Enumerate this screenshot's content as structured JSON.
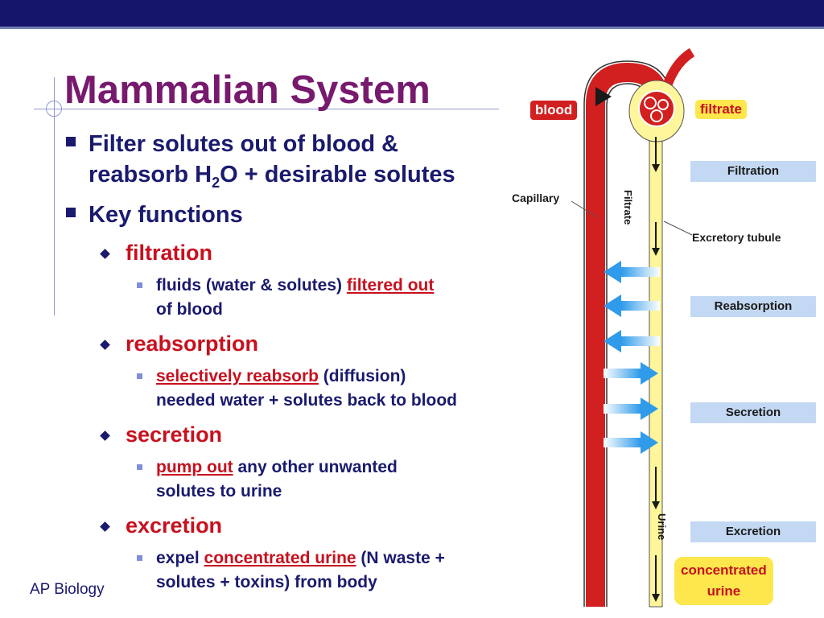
{
  "slide": {
    "title": "Mammalian System",
    "footer": "AP Biology"
  },
  "bullets": {
    "b1_line1": "Filter solutes out of blood &",
    "b1_line2_pre": "reabsorb H",
    "b1_line2_sub": "2",
    "b1_line2_post": "O + desirable solutes",
    "b2": "Key functions",
    "filtration": "filtration",
    "filtration_sub_pre": "fluids (water & solutes) ",
    "filtration_sub_hl": "filtered out",
    "filtration_sub_line2": "of blood",
    "reabsorption": "reabsorption",
    "reabsorption_sub_hl": "selectively reabsorb",
    "reabsorption_sub_post": " (diffusion)",
    "reabsorption_sub_line2": "needed water + solutes back to blood",
    "secretion": "secretion",
    "secretion_sub_hl": "pump out",
    "secretion_sub_post": " any other unwanted",
    "secretion_sub_line2": "solutes to urine",
    "excretion": "excretion",
    "excretion_sub_pre": "expel ",
    "excretion_sub_hl": "concentrated urine",
    "excretion_sub_post": " (N waste +",
    "excretion_sub_line2": "solutes + toxins) from body"
  },
  "diagram": {
    "blood_tag": "blood",
    "filtrate_tag": "filtrate",
    "conc_line1": "concentrated",
    "conc_line2": "urine",
    "capillary_label": "Capillary",
    "tubule_label": "Excretory tubule",
    "filtrate_vertical": "Filtrate",
    "urine_vertical": "Urine",
    "processes": [
      "Filtration",
      "Reabsorption",
      "Secretion",
      "Excretion"
    ]
  },
  "colors": {
    "title": "#771a6e",
    "body_text": "#1a1a6e",
    "highlight": "#c8101e",
    "blood_vessel": "#d21f1f",
    "tubule": "#fff59a",
    "arrow_blue": "#2f9bea",
    "label_box": "#c3d8f2"
  }
}
